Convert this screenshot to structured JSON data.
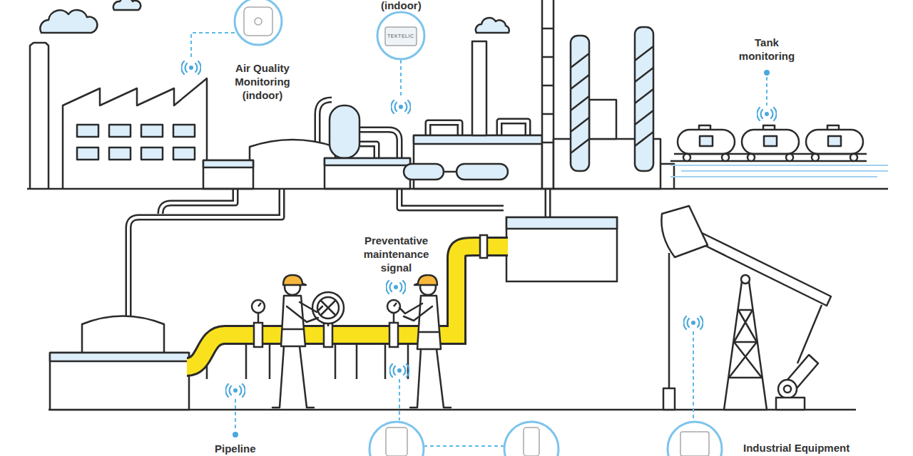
{
  "diagram": {
    "labels": [
      "(indoor)",
      "Air Quality Monitoring (indoor)",
      "TEKTELIC",
      "Tank monitoring",
      "Preventative maintenance signal",
      "Pipeline",
      "Industrial Equipment"
    ]
  }
}
